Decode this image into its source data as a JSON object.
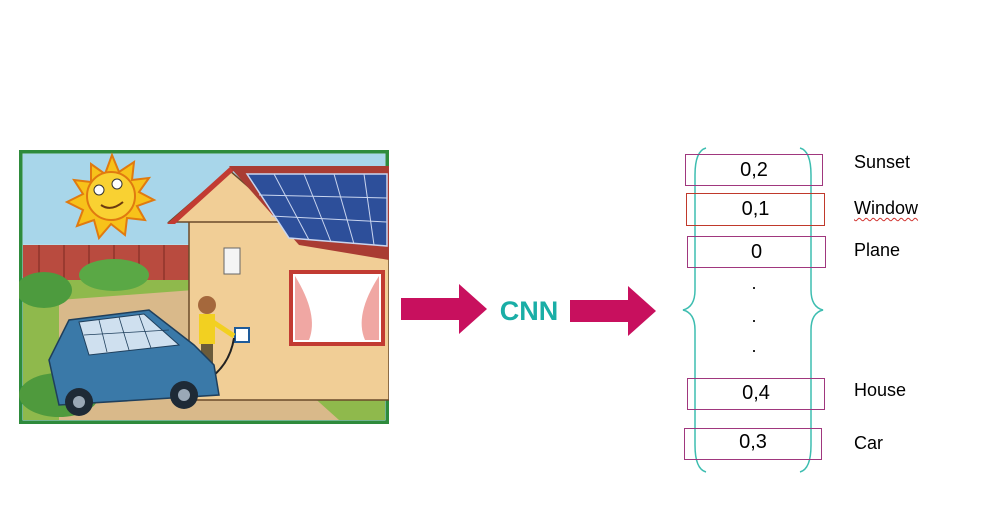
{
  "diagram": {
    "model_label": "CNN",
    "outputs": [
      {
        "score": "0,2",
        "class": "Sunset"
      },
      {
        "score": "0,1",
        "class": "Window"
      },
      {
        "score": "0",
        "class": "Plane"
      },
      {
        "score": "0,4",
        "class": "House"
      },
      {
        "score": "0,3",
        "class": "Car"
      }
    ],
    "ellipsis": [
      ".",
      ".",
      "."
    ]
  },
  "colors": {
    "arrow": "#c8105e",
    "cnn_text": "#1aaea6",
    "brace": "#3dbdb0",
    "box_border": "#a0377e",
    "box_border_alt": "#c0392b",
    "image_frame": "#2e8b3c"
  }
}
